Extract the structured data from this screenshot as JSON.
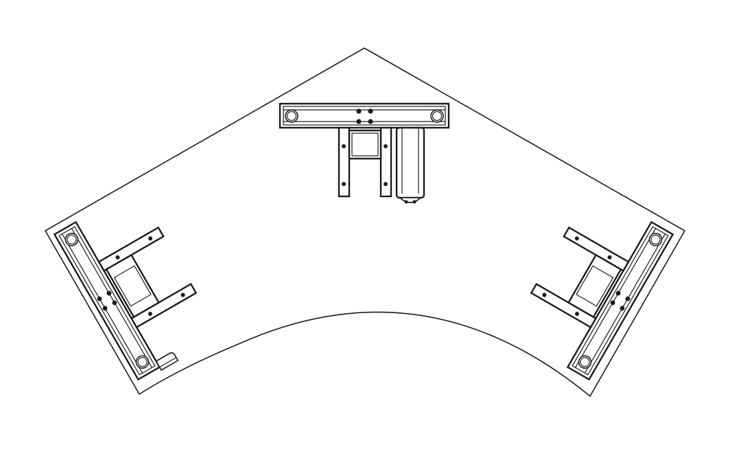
{
  "drawing": {
    "background_color": "#ffffff",
    "line_color": "#1a1a1a",
    "components": [
      "desktop-outline",
      "center-leg-frame",
      "center-lift-motor",
      "left-leg-frame",
      "left-control-box",
      "right-leg-frame"
    ]
  }
}
